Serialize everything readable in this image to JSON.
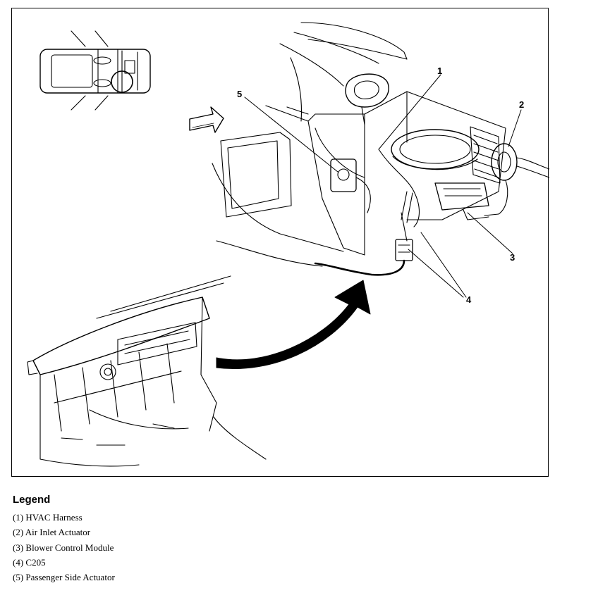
{
  "callouts": [
    "1",
    "2",
    "3",
    "4",
    "5"
  ],
  "legend": {
    "title": "Legend",
    "items": [
      "(1) HVAC Harness",
      "(2) Air Inlet Actuator",
      "(3) Blower Control Module",
      "(4) C205",
      "(5) Passenger Side Actuator"
    ]
  }
}
